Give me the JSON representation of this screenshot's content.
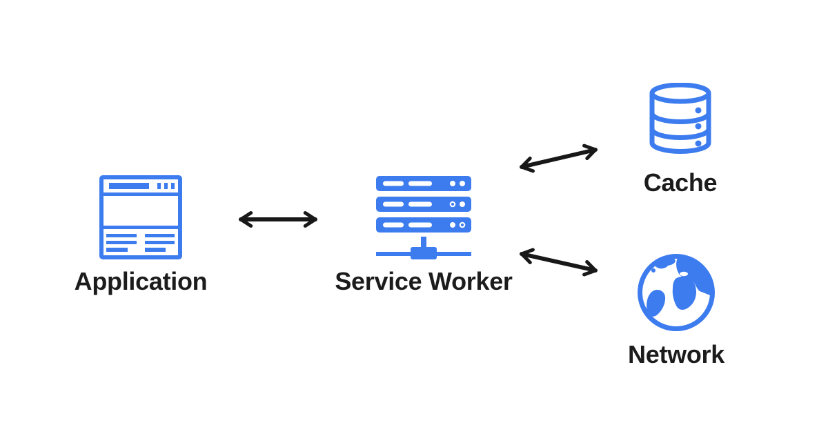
{
  "theme": {
    "accent_color": "#3D7CEF",
    "arrow_color": "#181818",
    "text_color": "#1C1C1C",
    "background_color": "#FFFFFF"
  },
  "diagram": {
    "type": "architecture-flow",
    "nodes": [
      {
        "id": "application",
        "label": "Application",
        "icon": "browser-window-icon"
      },
      {
        "id": "service-worker",
        "label": "Service Worker",
        "icon": "server-stack-icon"
      },
      {
        "id": "cache",
        "label": "Cache",
        "icon": "database-cylinder-icon"
      },
      {
        "id": "network",
        "label": "Network",
        "icon": "globe-icon"
      }
    ],
    "connections": [
      {
        "from": "application",
        "to": "service-worker",
        "style": "double-headed-arrow"
      },
      {
        "from": "service-worker",
        "to": "cache",
        "style": "double-headed-arrow"
      },
      {
        "from": "service-worker",
        "to": "network",
        "style": "double-headed-arrow"
      }
    ]
  }
}
